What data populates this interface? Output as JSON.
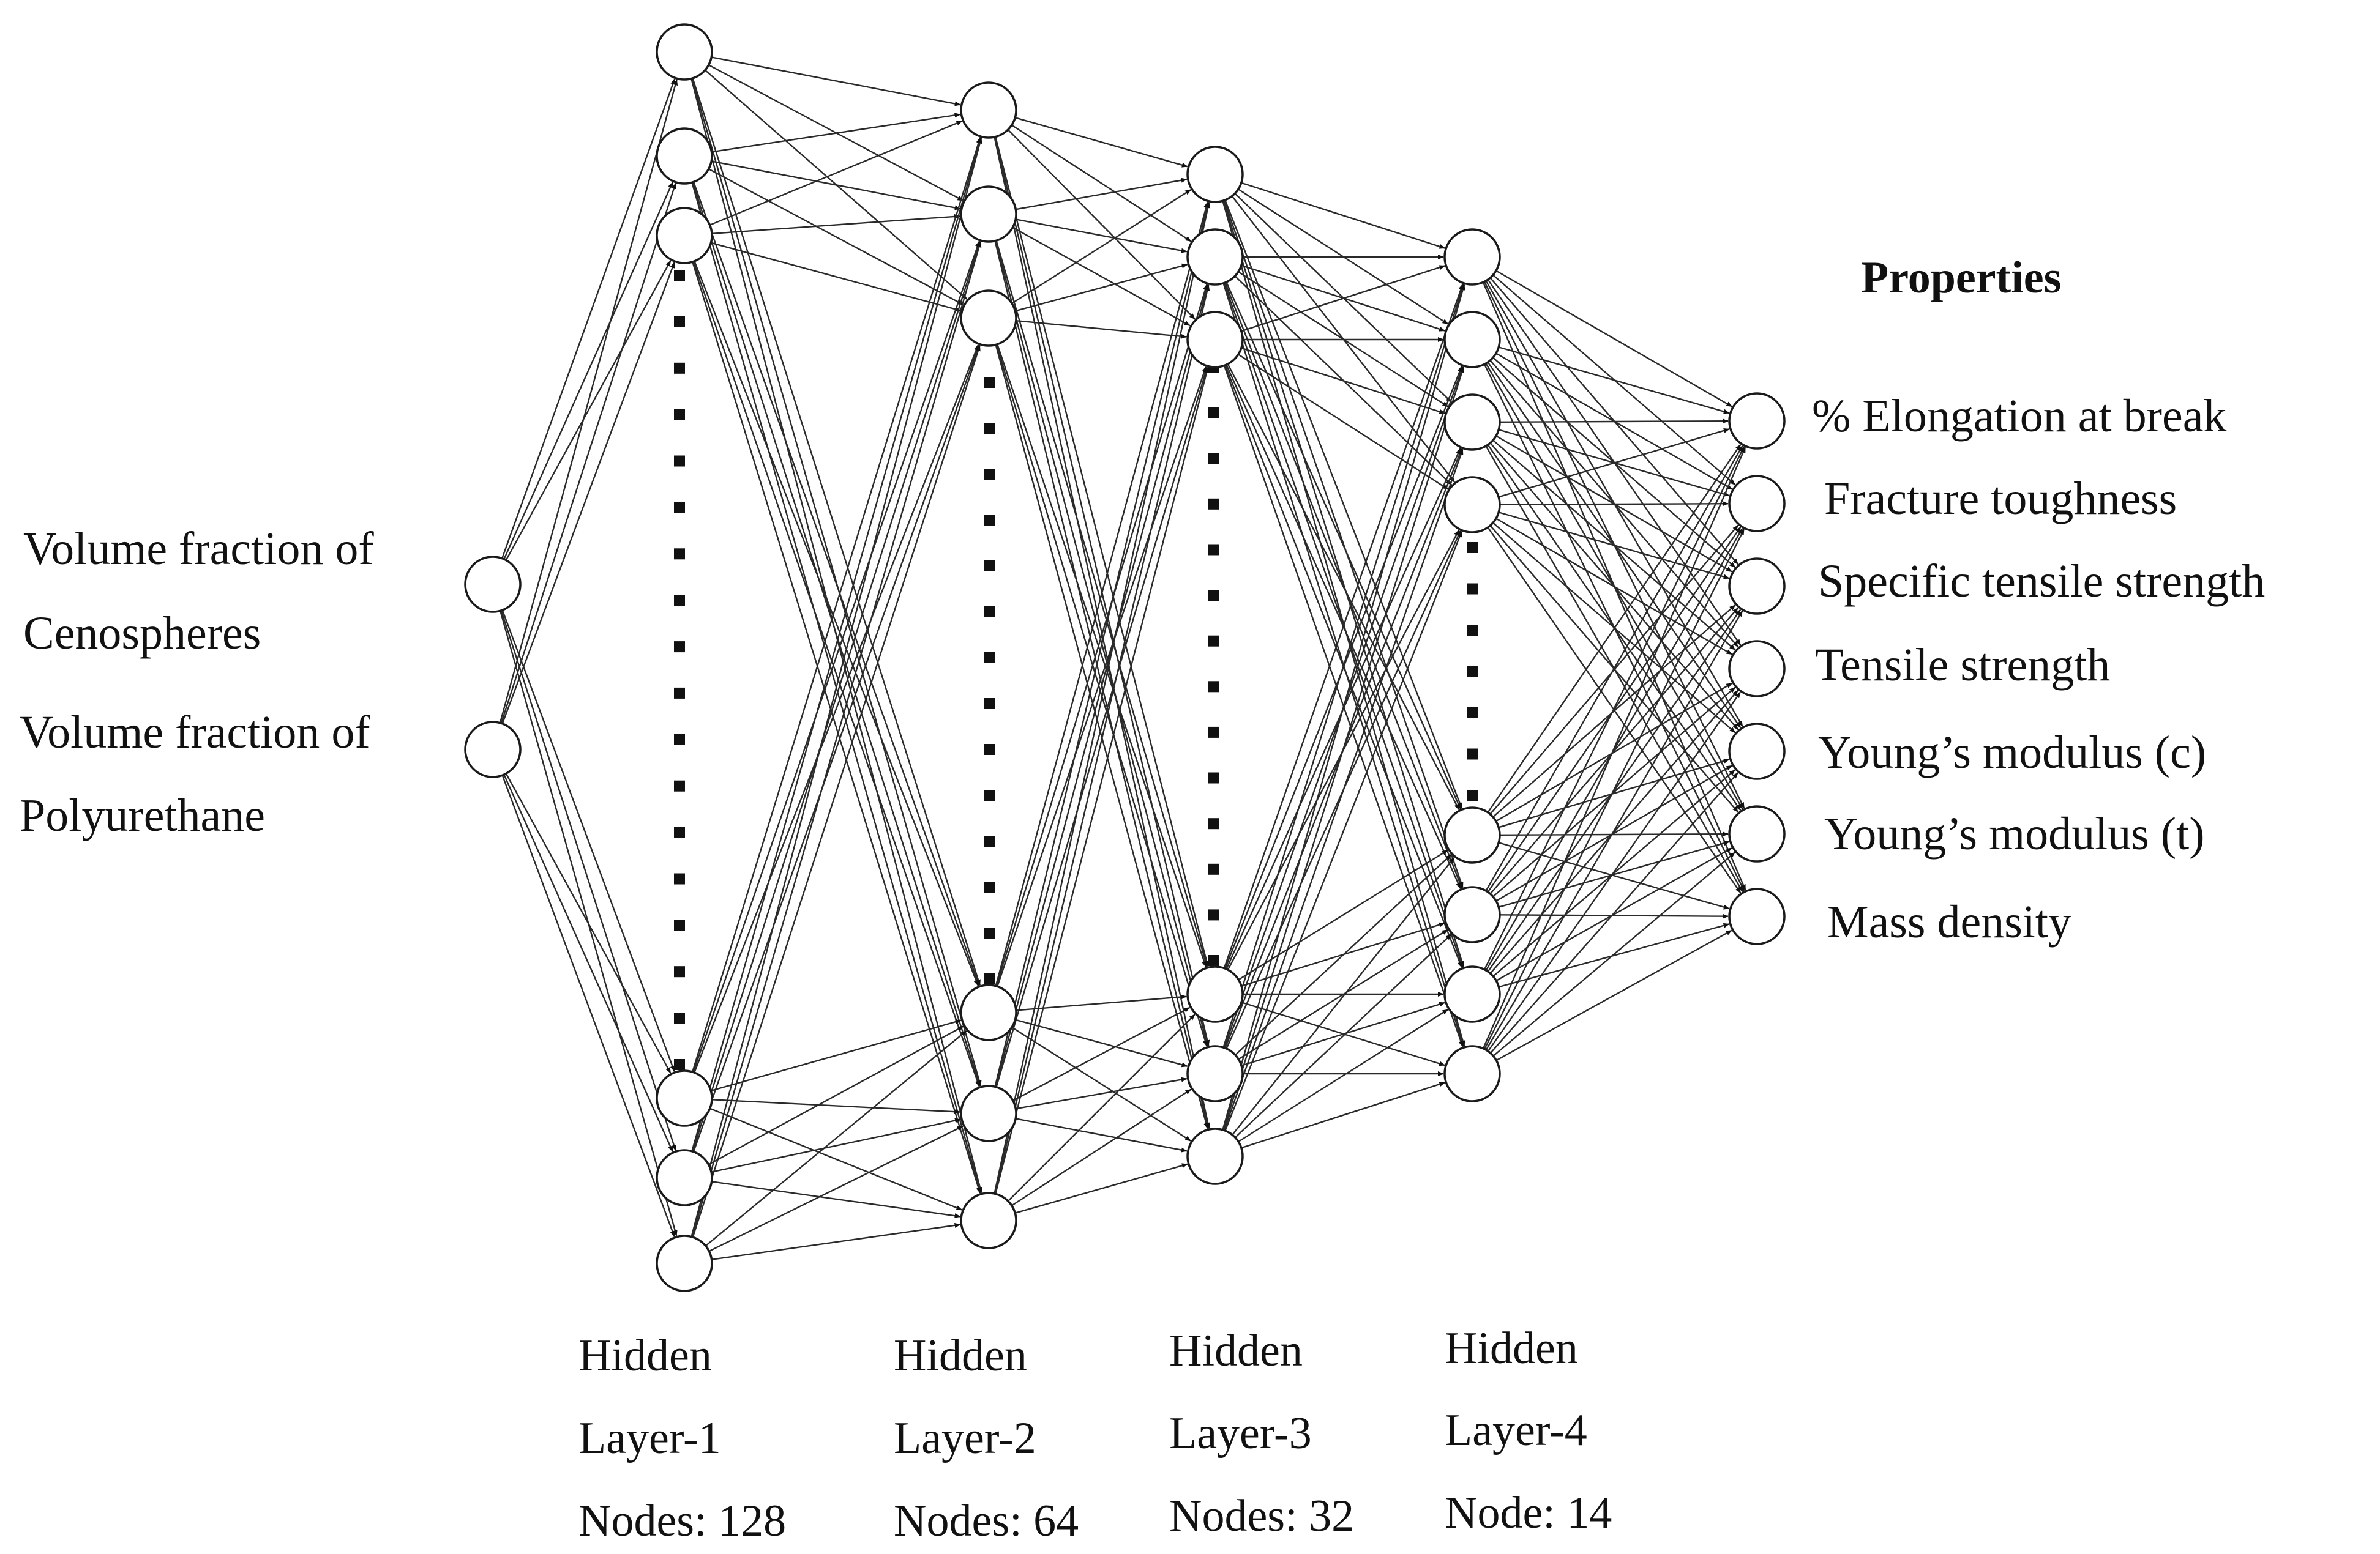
{
  "inputs": [
    {
      "line1": "Volume fraction of",
      "line2": "Cenospheres"
    },
    {
      "line1": "Volume fraction of",
      "line2": "Polyurethane"
    }
  ],
  "hidden_layers": [
    {
      "line1": "Hidden",
      "line2": "Layer-1",
      "line3": "Nodes: 128",
      "node_count": 128
    },
    {
      "line1": "Hidden",
      "line2": "Layer-2",
      "line3": "Nodes: 64",
      "node_count": 64
    },
    {
      "line1": "Hidden",
      "line2": "Layer-3",
      "line3": "Nodes: 32",
      "node_count": 32
    },
    {
      "line1": "Hidden",
      "line2": "Layer-4",
      "line3": "Node: 14",
      "node_count": 14
    }
  ],
  "outputs": {
    "heading": "Properties",
    "items": [
      "% Elongation at break",
      "Fracture toughness",
      "Specific tensile strength",
      "Tensile strength",
      "Young’s modulus (c)",
      "Young’s modulus (t)",
      "Mass density"
    ]
  },
  "colors": {
    "line": "#2a2a2a",
    "node_stroke": "#1a1a1a",
    "node_fill": "#ffffff",
    "text": "#111111"
  }
}
